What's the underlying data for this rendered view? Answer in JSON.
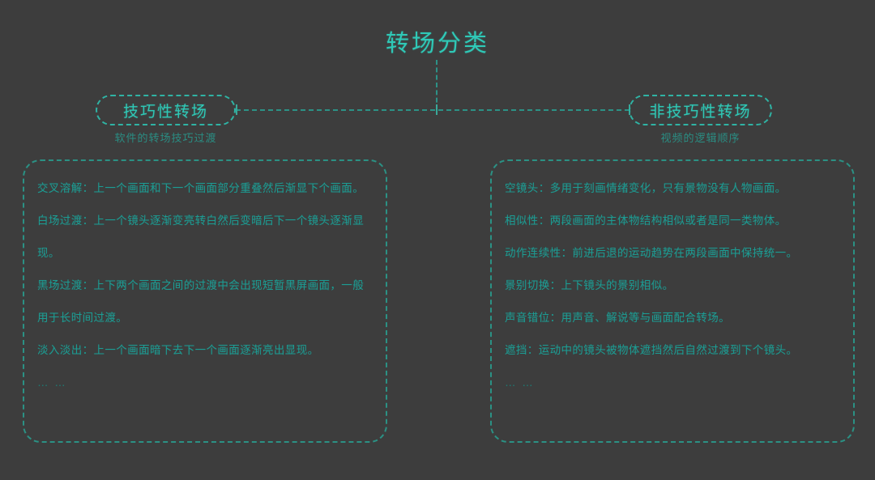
{
  "title": "转场分类",
  "colors": {
    "background": "#3d3d3d",
    "accent_bright": "#2fc9b7",
    "accent_body": "#1d9b92",
    "accent_line": "#2c9186",
    "accent_subtitle": "#2a8d83"
  },
  "branches": [
    {
      "id": "technical",
      "label": "技巧性转场",
      "subtitle": "软件的转场技巧过渡",
      "entries": [
        "交叉溶解：上一个画面和下一个画面部分重叠然后渐显下个画面。",
        "白场过渡：上一个镜头逐渐变亮转白然后变暗后下一个镜头逐渐显现。",
        "黑场过渡：上下两个画面之间的过渡中会出现短暂黑屏画面，一般用于长时间过渡。",
        "淡入淡出：上一个画面暗下去下一个画面逐渐亮出显现。",
        "… …"
      ]
    },
    {
      "id": "non-technical",
      "label": "非技巧性转场",
      "subtitle": "视频的逻辑顺序",
      "entries": [
        "空镜头：多用于刻画情绪变化，只有景物没有人物画面。",
        "相似性：两段画面的主体物结构相似或者是同一类物体。",
        "动作连续性：前进后退的运动趋势在两段画面中保持统一。",
        "景别切换：上下镜头的景别相似。",
        "声音错位：用声音、解说等与画面配合转场。",
        "遮挡：运动中的镜头被物体遮挡然后自然过渡到下个镜头。",
        "… …"
      ]
    }
  ]
}
